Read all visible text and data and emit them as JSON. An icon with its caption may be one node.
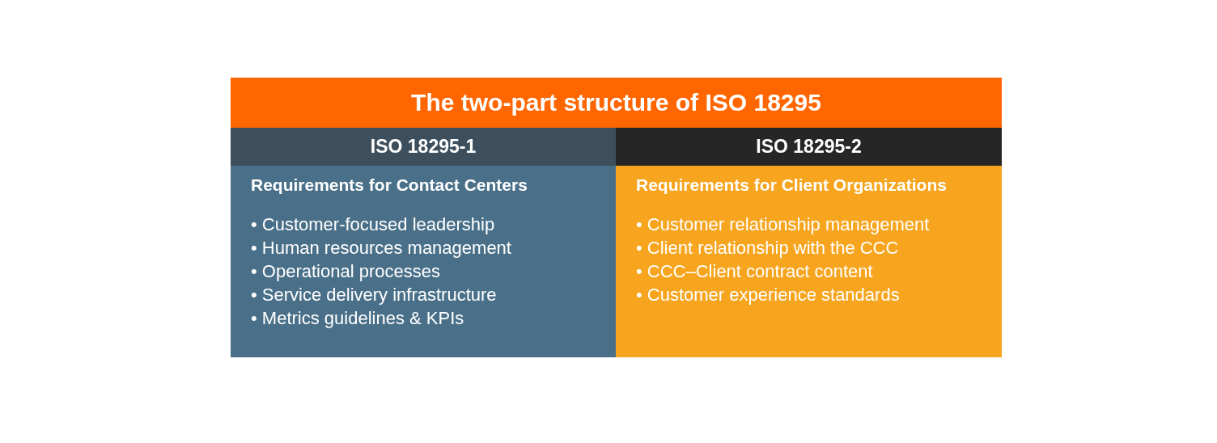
{
  "diagram": {
    "nodes": [
      {
        "text": [
          "The two-part structure of ISO 18295"
        ]
      },
      {
        "text": [
          "ISO 18295-1"
        ]
      },
      {
        "text": [
          "Requirements for Contact Centers",
          "• Customer-focused leadership",
          "• Human resources management",
          "• Operational processes",
          "• Service delivery infrastructure",
          "• Metrics guidelines & KPIs"
        ]
      },
      {
        "text": [
          "ISO 18295-2"
        ]
      },
      {
        "text": [
          "Requirements for Client Organizations",
          "• Customer relationship management",
          "• Client relationship with the CCC",
          "• CCC–Client contract content",
          "• Customer experience standards"
        ]
      }
    ]
  }
}
